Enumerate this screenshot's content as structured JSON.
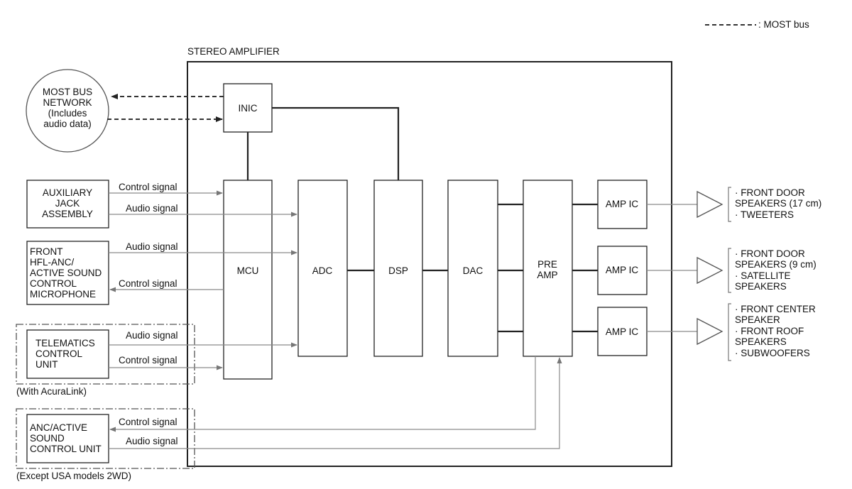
{
  "legend": {
    "most_bus": ": MOST bus"
  },
  "stereo_amplifier": {
    "title": "STEREO AMPLIFIER"
  },
  "most_network": {
    "lines": [
      "MOST BUS",
      "NETWORK",
      "(Includes",
      "audio data)"
    ]
  },
  "blocks": {
    "inic": "INIC",
    "mcu": "MCU",
    "adc": "ADC",
    "dsp": "DSP",
    "dac": "DAC",
    "preamp": [
      "PRE",
      "AMP"
    ],
    "amp_ic": "AMP IC"
  },
  "sources": {
    "aux": [
      "AUXILIARY",
      "JACK",
      "ASSEMBLY"
    ],
    "mic": [
      "FRONT",
      "HFL-ANC/",
      "ACTIVE SOUND",
      "CONTROL",
      "MICROPHONE"
    ],
    "telematics": [
      "TELEMATICS",
      "CONTROL",
      "UNIT"
    ],
    "telematics_note": "(With AcuraLink)",
    "anc": [
      "ANC/ACTIVE",
      "SOUND",
      "CONTROL UNIT"
    ],
    "anc_note": "(Except USA models 2WD)"
  },
  "signals": {
    "control": "Control signal",
    "audio": "Audio signal"
  },
  "speakers": {
    "group1": [
      "· FRONT DOOR",
      "SPEAKERS (17 cm)",
      "· TWEETERS"
    ],
    "group2": [
      "· FRONT DOOR",
      "SPEAKERS (9 cm)",
      "· SATELLITE",
      "SPEAKERS"
    ],
    "group3": [
      "· FRONT CENTER",
      "SPEAKER",
      "· FRONT ROOF",
      "SPEAKERS",
      "· SUBWOOFERS"
    ]
  }
}
